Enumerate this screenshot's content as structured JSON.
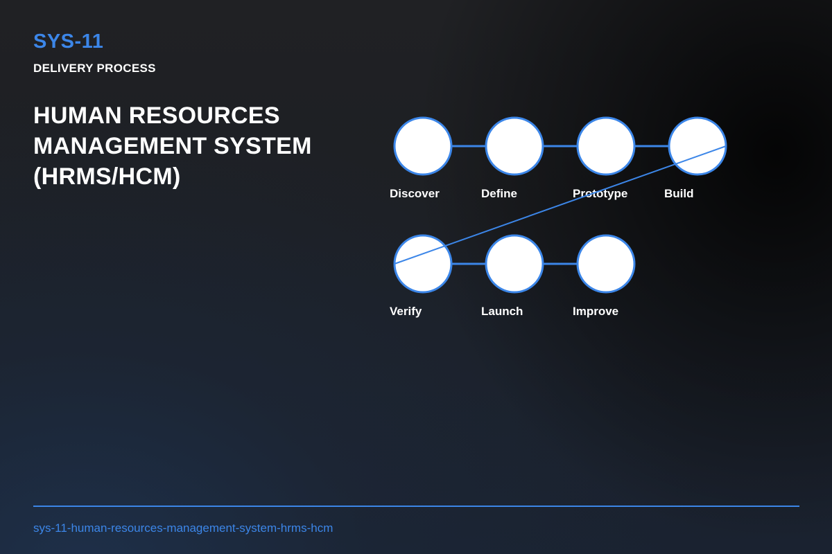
{
  "header": {
    "code": "SYS-11",
    "kicker": "DELIVERY PROCESS"
  },
  "title": {
    "lines": [
      "HUMAN RESOURCES",
      "MANAGEMENT SYSTEM",
      "(HRMS/HCM)"
    ]
  },
  "process": {
    "steps": [
      {
        "label": "Discover"
      },
      {
        "label": "Define"
      },
      {
        "label": "Prototype"
      },
      {
        "label": "Build"
      },
      {
        "label": "Verify"
      },
      {
        "label": "Launch"
      },
      {
        "label": "Improve"
      }
    ],
    "colors": {
      "accent": "#3c86e8",
      "node_fill": "#ffffff"
    }
  },
  "footer": {
    "slug": "sys-11-human-resources-management-system-hrms-hcm"
  }
}
